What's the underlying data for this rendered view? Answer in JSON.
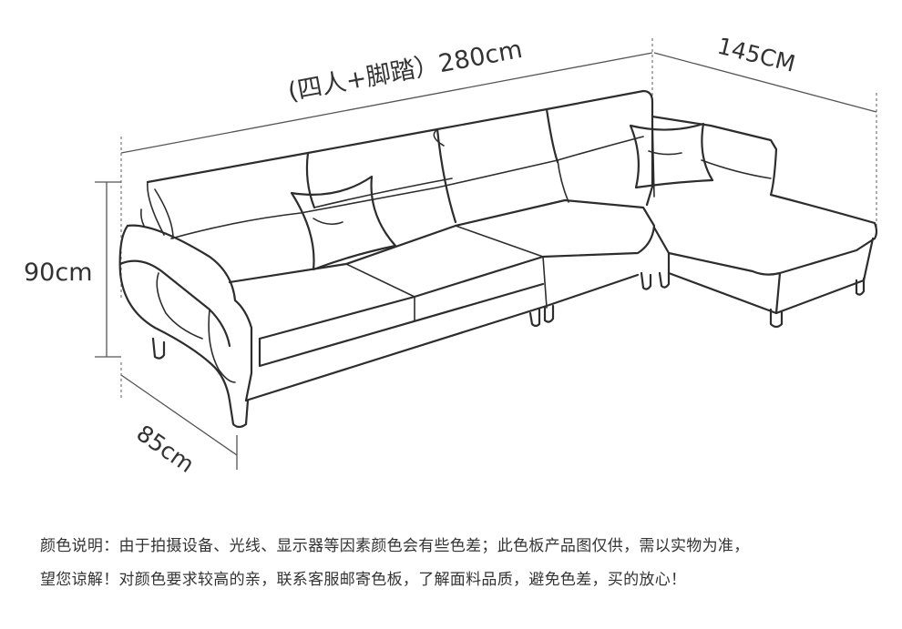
{
  "dimensions": {
    "length_label": "(四人+脚踏）280cm",
    "chaise_label": "145CM",
    "height_label": "90cm",
    "depth_label": "85cm"
  },
  "note": {
    "line1": "颜色说明：由于拍摄设备、光线、显示器等因素颜色会有些色差；此色板产品图仅供，需以实物为准，",
    "line2": "望您谅解！对颜色要求较高的亲，联系客服邮寄色板，了解面料品质，避免色差，买的放心！"
  }
}
